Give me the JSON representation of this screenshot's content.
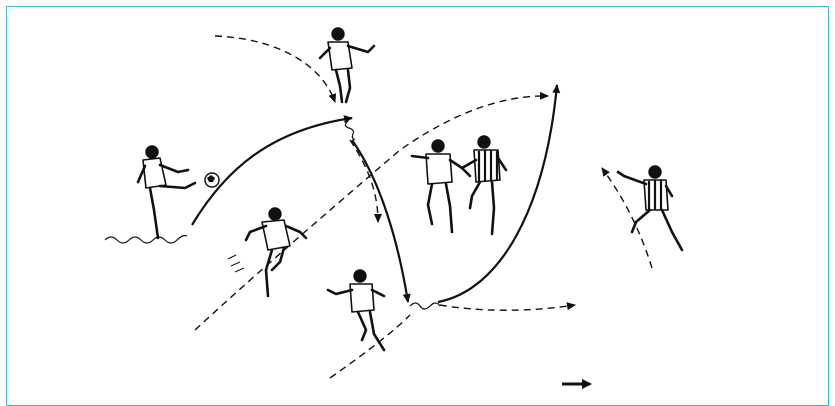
{
  "diagram": {
    "players": [
      {
        "id": "kicker",
        "role": "player with ball"
      },
      {
        "id": "receiver-top",
        "role": "receiving player"
      },
      {
        "id": "runner-left",
        "role": "supporting runner"
      },
      {
        "id": "runner-bottom",
        "role": "supporting runner"
      },
      {
        "id": "defender-1",
        "role": "defender"
      },
      {
        "id": "defender-2",
        "role": "defender (striped)"
      },
      {
        "id": "defender-right",
        "role": "defender (striped)"
      }
    ],
    "legend": {
      "arrow": "right-arrow"
    },
    "colors": {
      "frame": "#3fb6d8",
      "ink": "#111111"
    }
  }
}
